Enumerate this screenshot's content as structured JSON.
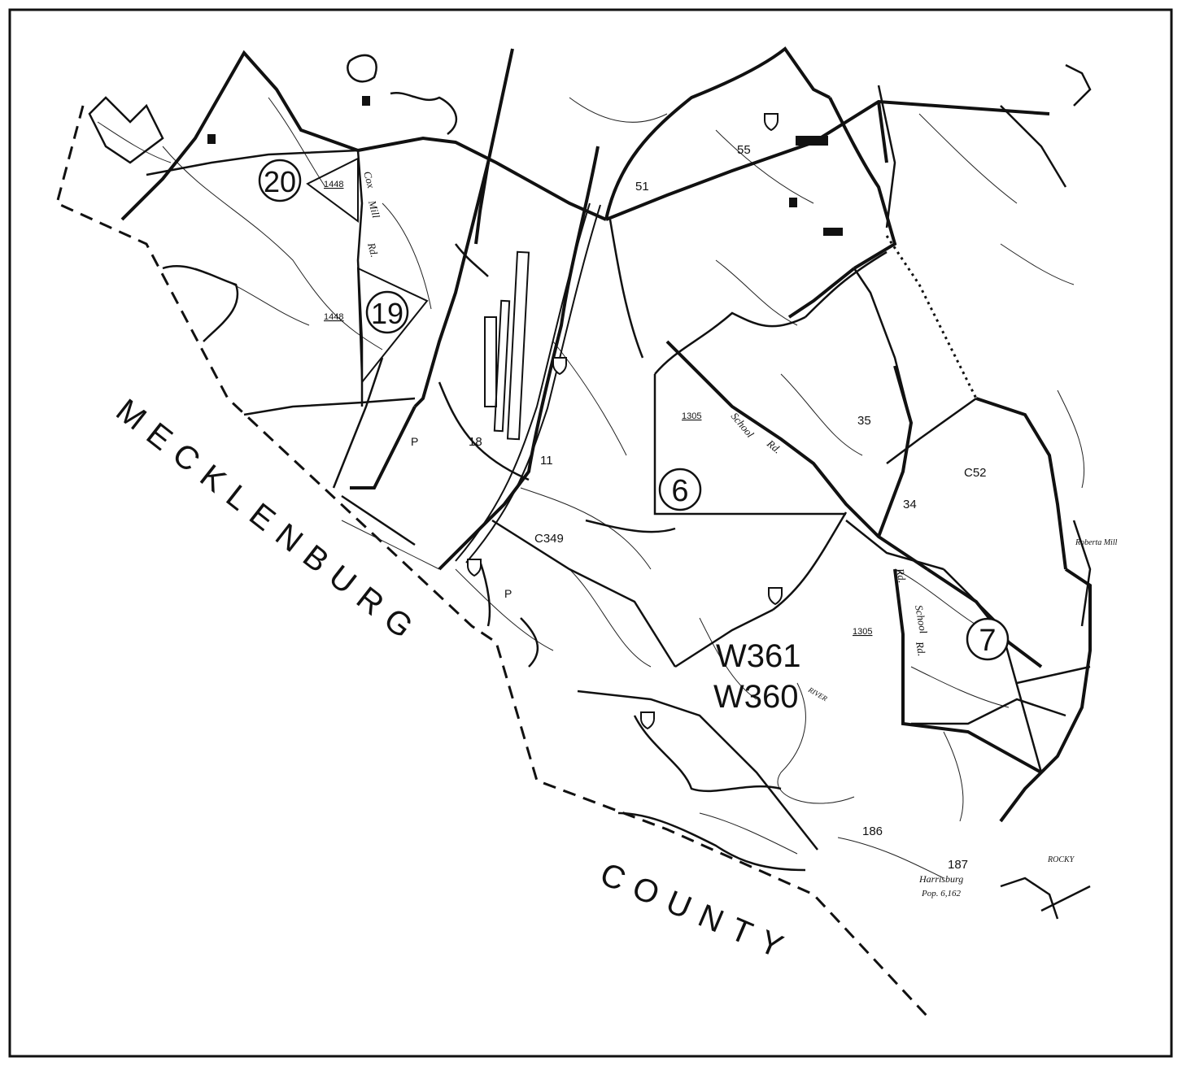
{
  "map": {
    "county_label": {
      "word1": "MECKLENBURG",
      "word2": "COUNTY"
    },
    "circled_districts": [
      "20",
      "19",
      "6",
      "7"
    ],
    "district_numbers": [
      "55",
      "51",
      "35",
      "34",
      "C52",
      "18",
      "11",
      "C349",
      "186",
      "187"
    ],
    "precinct_codes": [
      "W361",
      "W360"
    ],
    "road_labels": {
      "cox": "Cox",
      "mill": "Mill",
      "rd": "Rd.",
      "rd2": "Rd.",
      "school": "School",
      "rd3": "Rd.",
      "school2": "School",
      "rd4": "Rd."
    },
    "route_numbers": {
      "r1448a": "1448",
      "r1448b": "1448",
      "r1305a": "1305",
      "r1305b": "1305"
    },
    "marker_p": "P",
    "places": {
      "roberta_mill": "Roberta Mill",
      "harrisburg": "Harrisburg",
      "pop": "Pop. 6,162",
      "rocky": "ROCKY",
      "river": "RIVER"
    },
    "colors": {
      "ink": "#111111",
      "paper": "#ffffff"
    }
  }
}
